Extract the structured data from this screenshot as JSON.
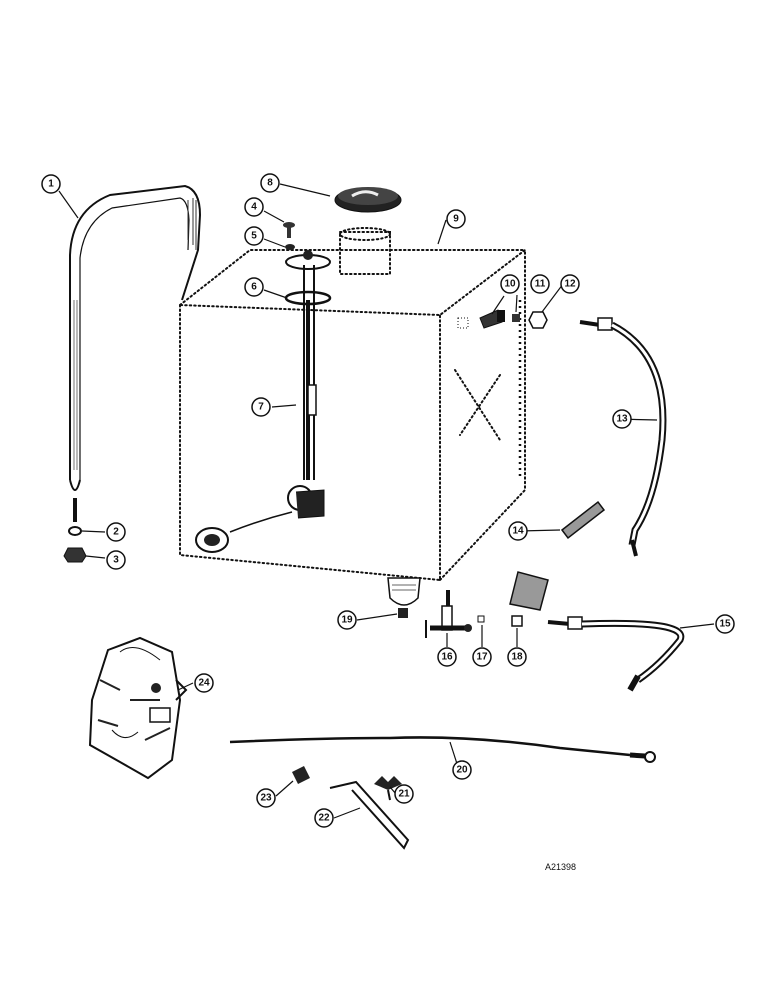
{
  "drawing_code": "A21398",
  "callouts": [
    {
      "id": "callout-1",
      "number": "1"
    },
    {
      "id": "callout-2",
      "number": "2"
    },
    {
      "id": "callout-3",
      "number": "3"
    },
    {
      "id": "callout-4",
      "number": "4"
    },
    {
      "id": "callout-5",
      "number": "5"
    },
    {
      "id": "callout-6",
      "number": "6"
    },
    {
      "id": "callout-7",
      "number": "7"
    },
    {
      "id": "callout-8",
      "number": "8"
    },
    {
      "id": "callout-9",
      "number": "9"
    },
    {
      "id": "callout-10",
      "number": "10"
    },
    {
      "id": "callout-11",
      "number": "11"
    },
    {
      "id": "callout-12",
      "number": "12"
    },
    {
      "id": "callout-13",
      "number": "13"
    },
    {
      "id": "callout-14",
      "number": "14"
    },
    {
      "id": "callout-15",
      "number": "15"
    },
    {
      "id": "callout-16",
      "number": "16"
    },
    {
      "id": "callout-17",
      "number": "17"
    },
    {
      "id": "callout-18",
      "number": "18"
    },
    {
      "id": "callout-19",
      "number": "19"
    },
    {
      "id": "callout-20",
      "number": "20"
    },
    {
      "id": "callout-21",
      "number": "21"
    },
    {
      "id": "callout-22",
      "number": "22"
    },
    {
      "id": "callout-23",
      "number": "23"
    },
    {
      "id": "callout-24",
      "number": "24"
    }
  ]
}
